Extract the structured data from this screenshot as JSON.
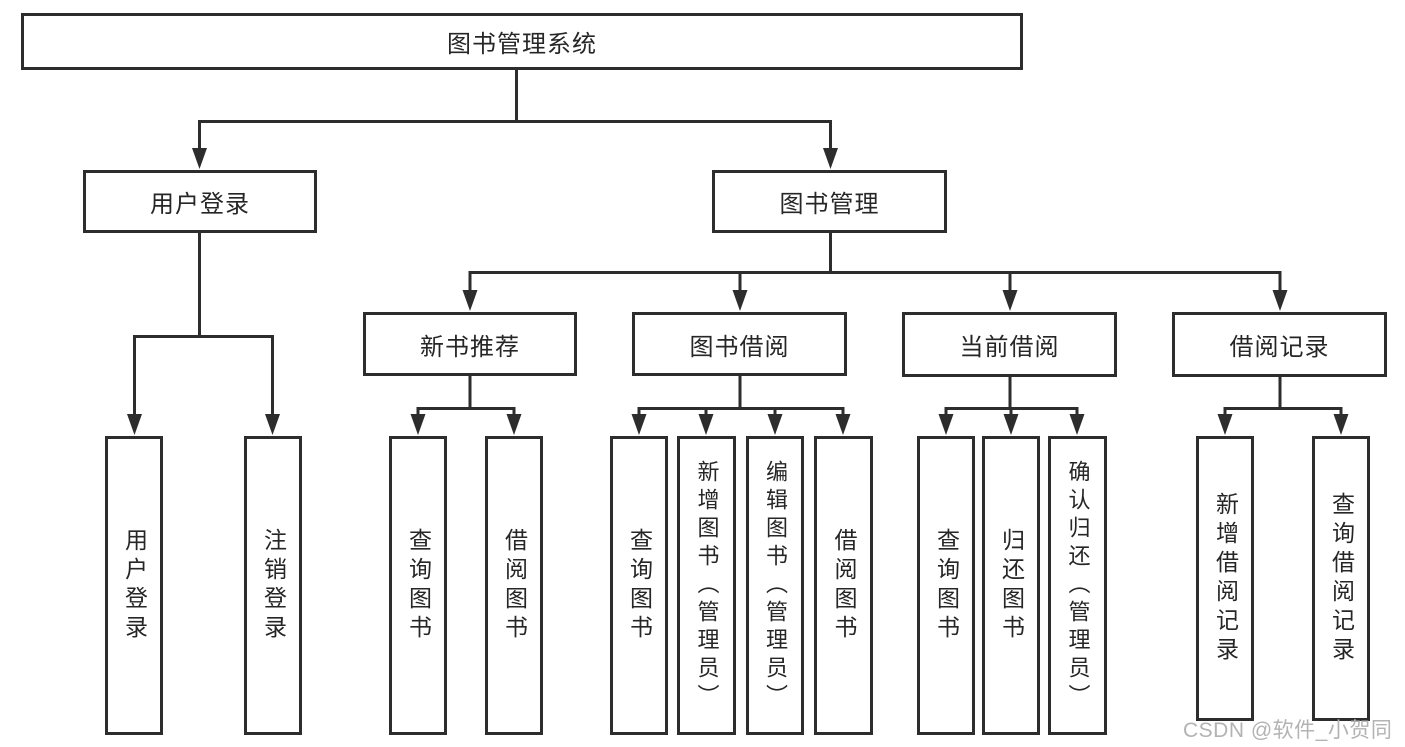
{
  "diagram": {
    "title_node": {
      "label": "图书管理系统"
    },
    "level2": [
      {
        "label": "用户登录"
      },
      {
        "label": "图书管理"
      }
    ],
    "level3": [
      {
        "label": "新书推荐",
        "parent": "图书管理"
      },
      {
        "label": "图书借阅",
        "parent": "图书管理"
      },
      {
        "label": "当前借阅",
        "parent": "图书管理"
      },
      {
        "label": "借阅记录",
        "parent": "图书管理"
      }
    ],
    "leaves": [
      {
        "label": "用户登录",
        "parent": "用户登录"
      },
      {
        "label": "注销登录",
        "parent": "用户登录"
      },
      {
        "label": "查询图书",
        "parent": "新书推荐"
      },
      {
        "label": "借阅图书",
        "parent": "新书推荐"
      },
      {
        "label": "查询图书",
        "parent": "图书借阅"
      },
      {
        "label": "新增图书（管理员）",
        "parent": "图书借阅"
      },
      {
        "label": "编辑图书（管理员）",
        "parent": "图书借阅"
      },
      {
        "label": "借阅图书",
        "parent": "图书借阅"
      },
      {
        "label": "查询图书",
        "parent": "当前借阅"
      },
      {
        "label": "归还图书",
        "parent": "当前借阅"
      },
      {
        "label": "确认归还（管理员）",
        "parent": "当前借阅"
      },
      {
        "label": "新增借阅记录",
        "parent": "借阅记录"
      },
      {
        "label": "查询借阅记录",
        "parent": "借阅记录"
      }
    ]
  },
  "watermark": {
    "text": "CSDN @软件_小贺同学"
  },
  "colors": {
    "line": "#2d2d2d",
    "text": "#262626",
    "background": "#ffffff",
    "watermark": "#b3b3b3"
  }
}
